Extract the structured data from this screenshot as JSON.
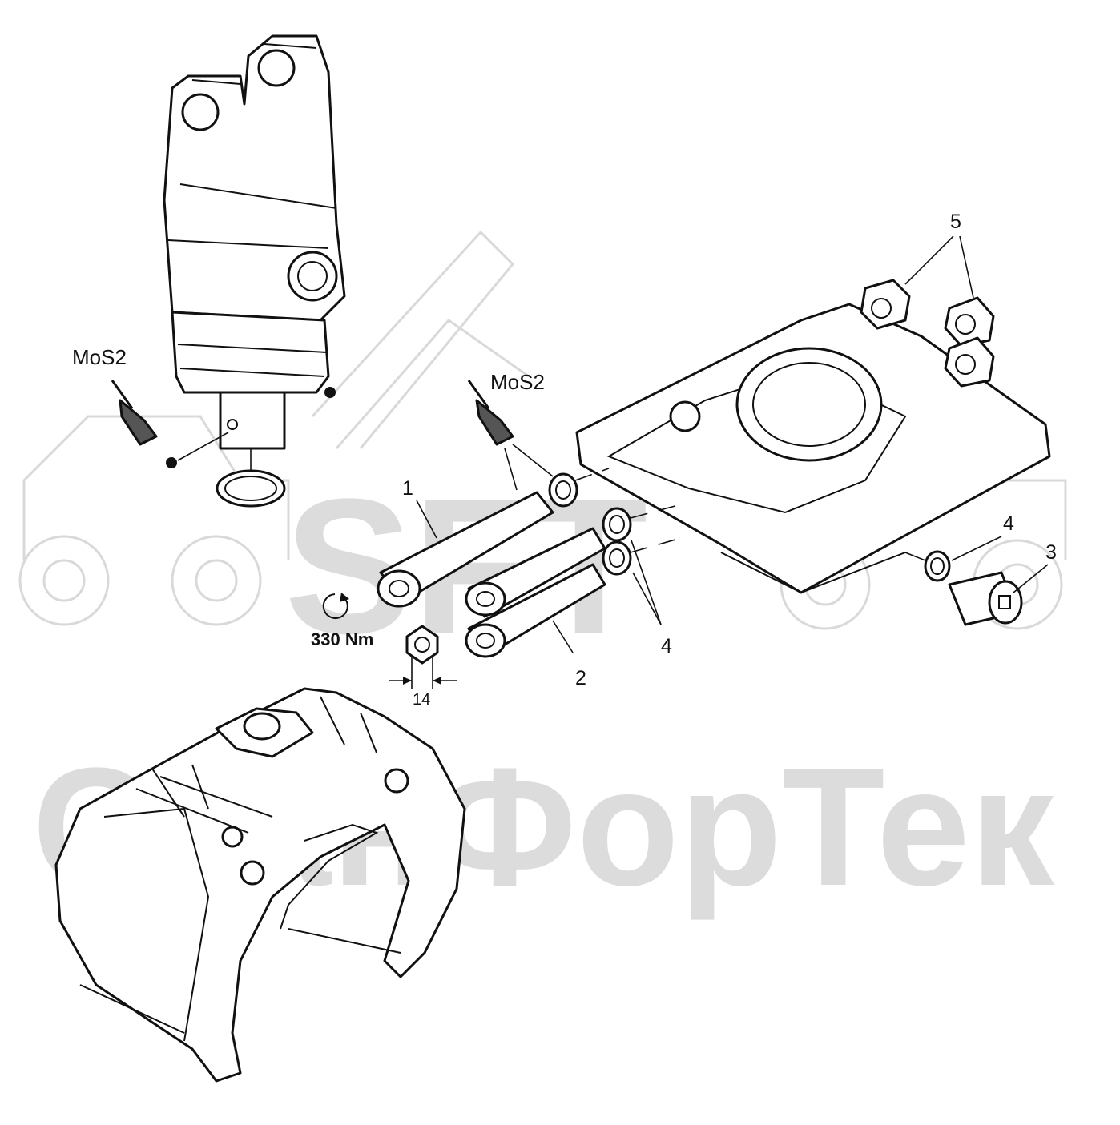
{
  "watermark": {
    "logo_text": "SFT",
    "brand_text": "СканФорТек",
    "color": "#dcdcdc"
  },
  "labels": {
    "lubricant_left": "MoS2",
    "lubricant_right": "MoS2",
    "torque": "330 Nm",
    "wrench_size": "14"
  },
  "callouts": [
    "1",
    "2",
    "3",
    "4",
    "4",
    "5"
  ],
  "colors": {
    "line": "#111111",
    "background": "#ffffff"
  }
}
